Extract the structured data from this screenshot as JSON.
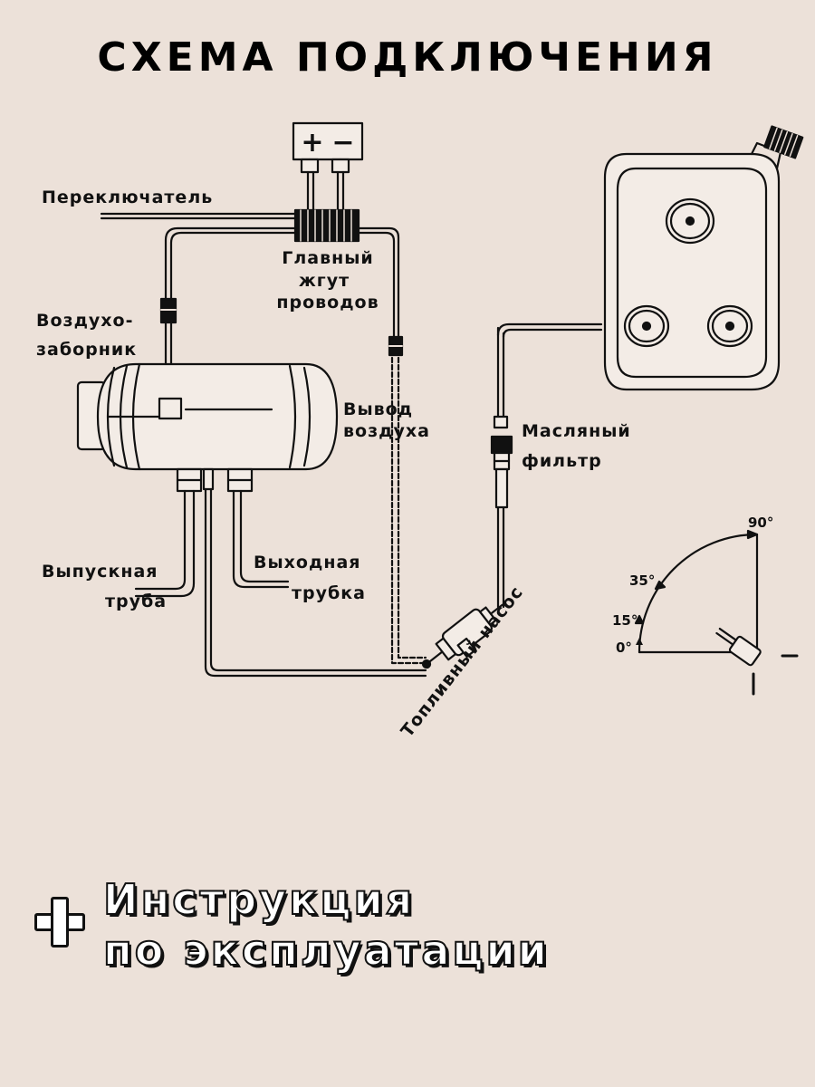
{
  "title": "СХЕМА ПОДКЛЮЧЕНИЯ",
  "battery": {
    "plus": "+",
    "minus": "−"
  },
  "labels": {
    "switch": "Переключатель",
    "harness_1": "Главный",
    "harness_2": "жгут",
    "harness_3": "проводов",
    "intake_1": "Воздухо-",
    "intake_2": "заборник",
    "outlet_1": "Вывод",
    "outlet_2": "воздуха",
    "filter_1": "Масляный",
    "filter_2": "фильтр",
    "exhaust_1": "Выпускная",
    "exhaust_2": "труба",
    "out_tube_1": "Выходная",
    "out_tube_2": "трубка",
    "pump": "Топливный насос"
  },
  "angles": {
    "a90": "90°",
    "a35": "35°",
    "a15": "15°",
    "a0": "0°"
  },
  "footer": {
    "line1": "Инструкция",
    "line2": "по эксплуатации"
  }
}
